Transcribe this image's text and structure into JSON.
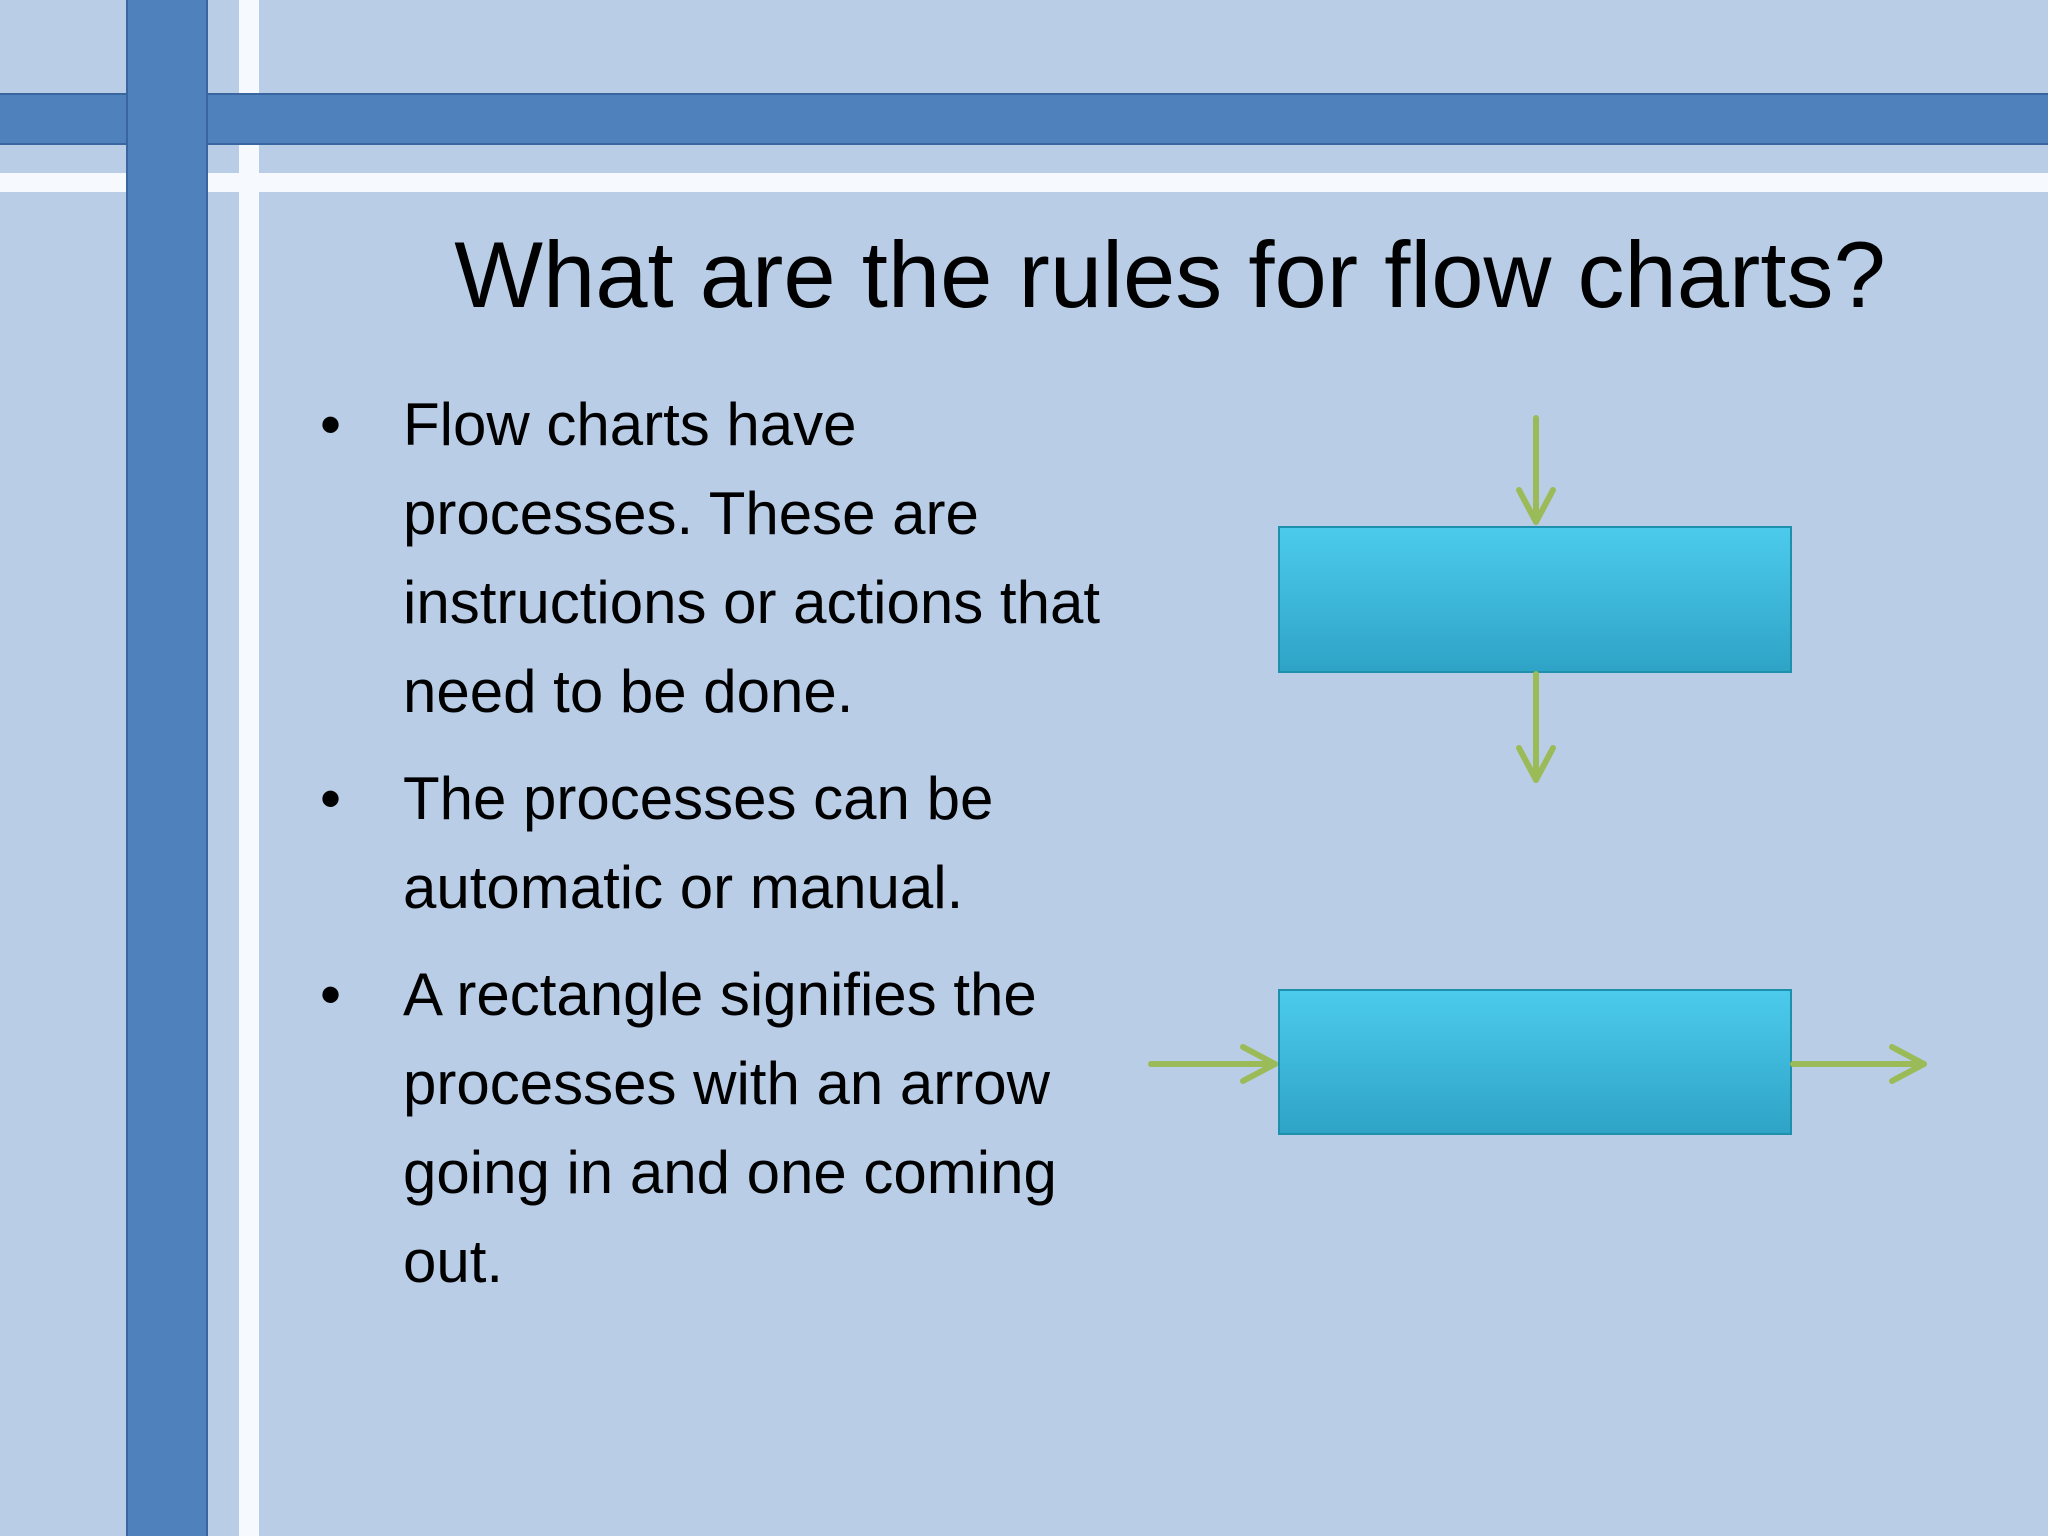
{
  "slide": {
    "title": "What are the rules for flow charts?",
    "bullets": [
      {
        "marker": "•",
        "text": "Flow charts have processes. These are instructions or actions that need to be done."
      },
      {
        "marker": "•",
        "text": "The processes can be automatic or manual."
      },
      {
        "marker": "•",
        "text": "A rectangle signifies the processes with an arrow going in and one coming out."
      }
    ]
  },
  "diagram": {
    "shape_color": "#35b4d9",
    "arrow_color": "#9bbb59",
    "examples": [
      {
        "name": "vertical-flow-example",
        "arrow_in": "down",
        "arrow_out": "down"
      },
      {
        "name": "horizontal-flow-example",
        "arrow_in": "right",
        "arrow_out": "right"
      }
    ]
  },
  "theme": {
    "background": "#b9cde7",
    "bar_color": "#4f81bd",
    "stripe_color": "#f6f9fd"
  }
}
